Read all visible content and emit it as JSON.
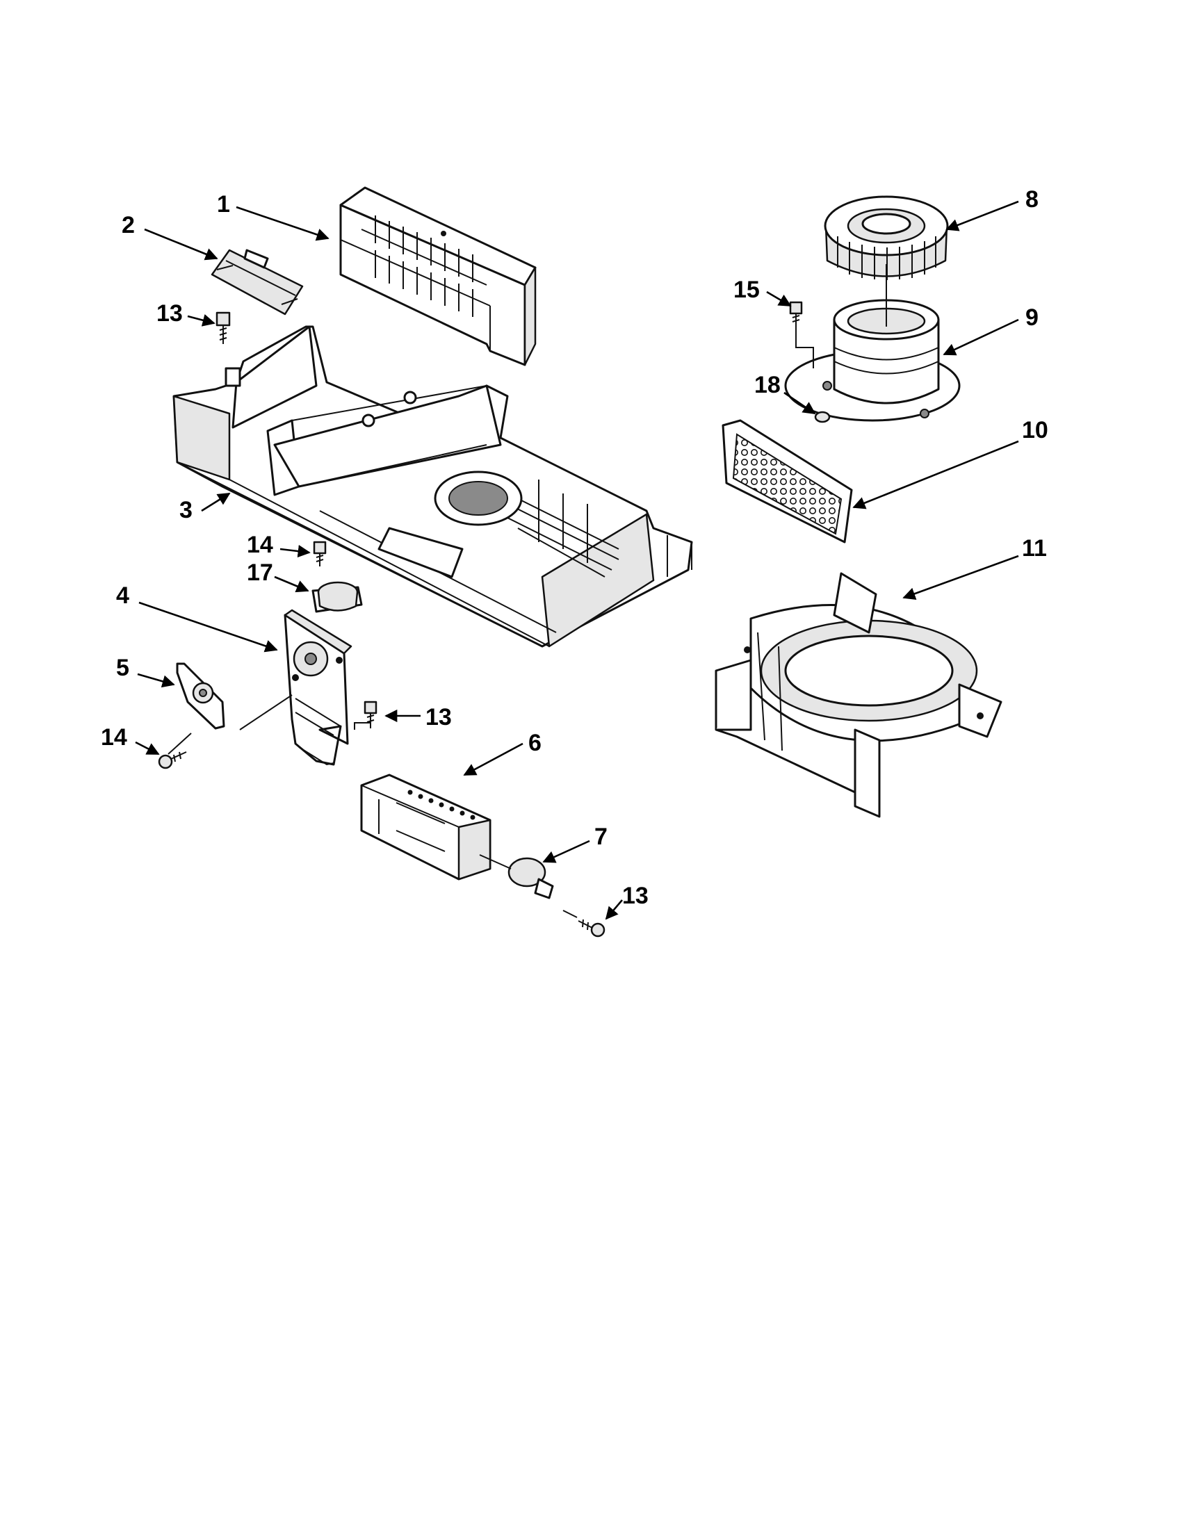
{
  "callouts": [
    {
      "id": "c1",
      "text": "1"
    },
    {
      "id": "c2",
      "text": "2"
    },
    {
      "id": "c3",
      "text": "3"
    },
    {
      "id": "c4",
      "text": "4"
    },
    {
      "id": "c5",
      "text": "5"
    },
    {
      "id": "c6",
      "text": "6"
    },
    {
      "id": "c7",
      "text": "7"
    },
    {
      "id": "c8",
      "text": "8"
    },
    {
      "id": "c9",
      "text": "9"
    },
    {
      "id": "c10",
      "text": "10"
    },
    {
      "id": "c11",
      "text": "11"
    },
    {
      "id": "c13a",
      "text": "13"
    },
    {
      "id": "c13b",
      "text": "13"
    },
    {
      "id": "c13c",
      "text": "13"
    },
    {
      "id": "c14a",
      "text": "14"
    },
    {
      "id": "c14b",
      "text": "14"
    },
    {
      "id": "c15",
      "text": "15"
    },
    {
      "id": "c17",
      "text": "17"
    },
    {
      "id": "c18",
      "text": "18"
    }
  ]
}
